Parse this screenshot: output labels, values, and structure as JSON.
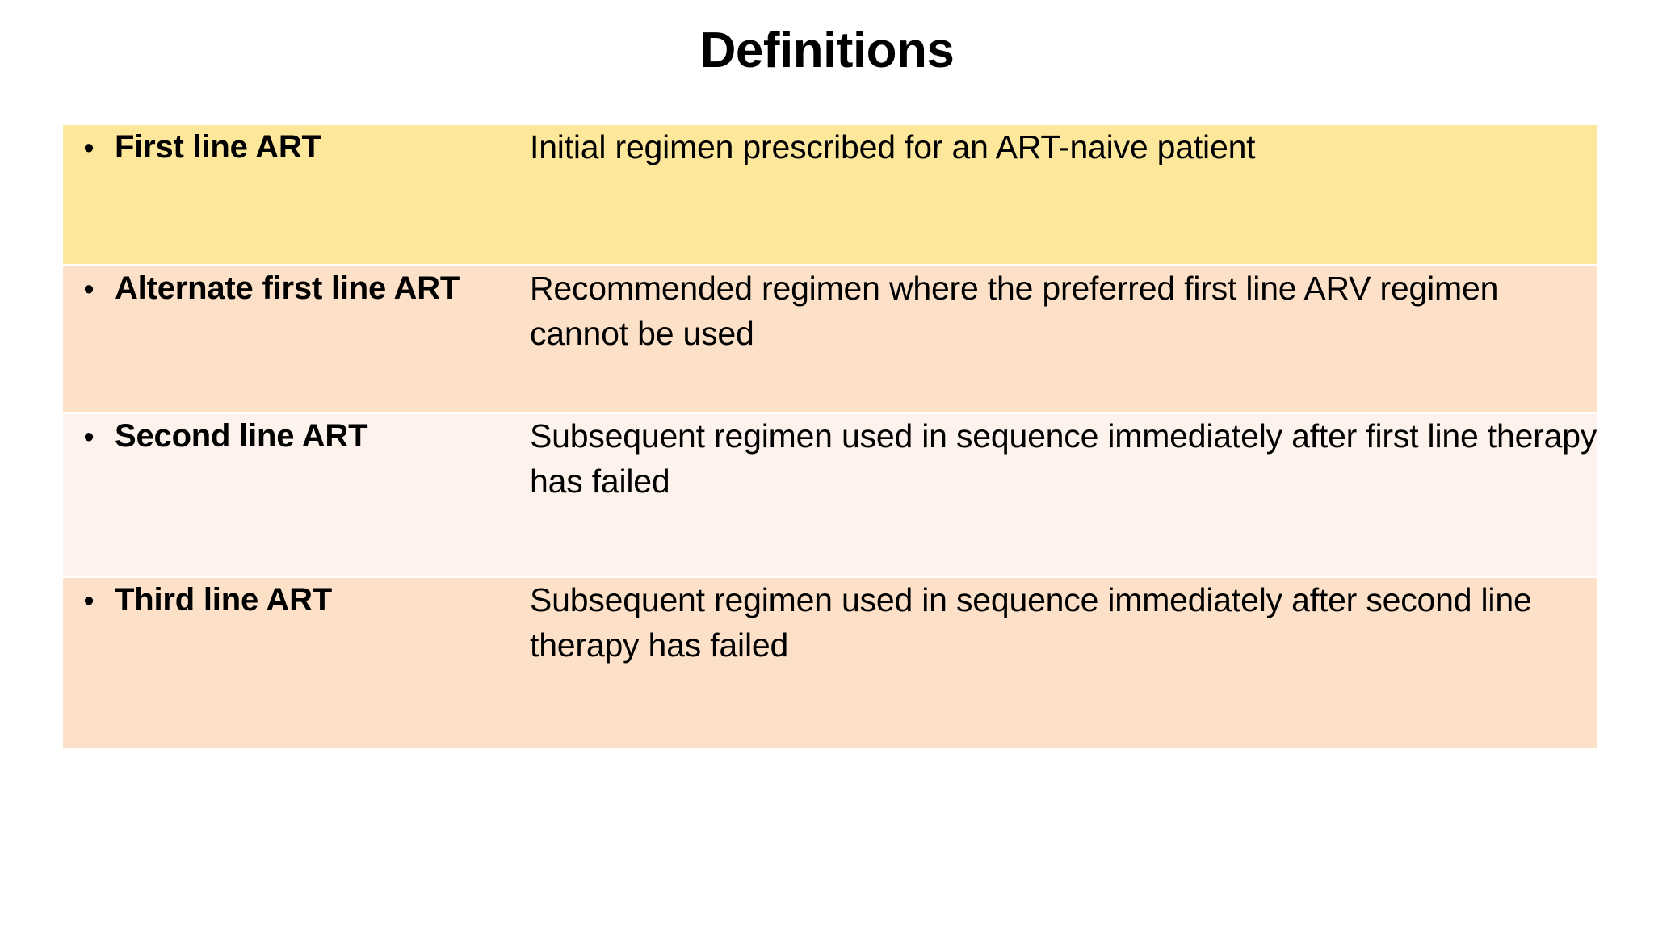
{
  "slide": {
    "title": "Definitions",
    "bullet_glyph": "•",
    "colors": {
      "background": "#ffffff",
      "row_highlight_yellow": "#fde79a",
      "row_peach": "#fce1c8",
      "row_cream": "#fdf3ec",
      "text": "#000000",
      "grid_line": "#ffffff"
    }
  },
  "table": {
    "rows": [
      {
        "term": "First line ART",
        "definition": "Initial regimen prescribed for an ART-naive patient"
      },
      {
        "term": "Alternate first line ART",
        "definition": "Recommended regimen where the preferred first line ARV regimen cannot be used"
      },
      {
        "term": "Second line ART",
        "definition": "Subsequent regimen used in sequence immediately after first line therapy has failed"
      },
      {
        "term": "Third line ART",
        "definition": "Subsequent regimen used in sequence immediately after second line therapy has failed"
      }
    ]
  }
}
